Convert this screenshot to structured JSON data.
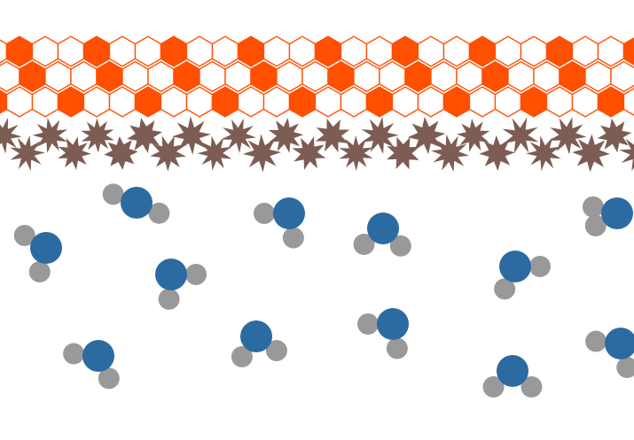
{
  "colors": {
    "background": "#ffffff",
    "hex_filled": "#ff4f00",
    "hex_outline": "#ff4f00",
    "hex_empty_fill": "#ffffff",
    "star": "#7d5d53",
    "water_oxygen": "#2b6ba2",
    "water_hydrogen": "#999999"
  },
  "layers": [
    {
      "name": "graphene-lattice",
      "description_icon": "hexagon-lattice-icon"
    },
    {
      "name": "particle-layer",
      "description_icon": "star-particle-icon"
    },
    {
      "name": "water-molecules",
      "description_icon": "water-molecule-icon"
    }
  ]
}
